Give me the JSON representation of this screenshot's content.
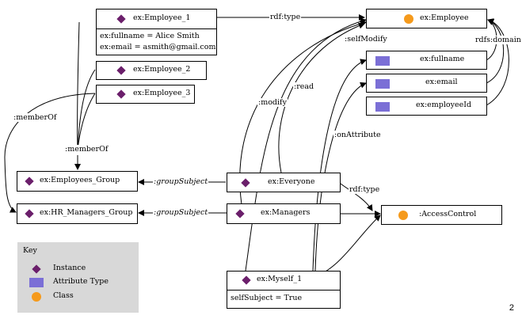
{
  "nodes": {
    "employee_1": {
      "label": "ex:Employee_1",
      "attrs": [
        "ex:fullname = Alice Smith",
        "ex:email = asmith@gmail.com"
      ]
    },
    "employee_2": {
      "label": "ex:Employee_2"
    },
    "employee_3": {
      "label": "ex:Employee_3"
    },
    "employee_class": {
      "label": "ex:Employee"
    },
    "fullname": {
      "label": "ex:fullname"
    },
    "email": {
      "label": "ex:email"
    },
    "employee_id": {
      "label": "ex:employeeId"
    },
    "employees_group": {
      "label": "ex:Employees_Group"
    },
    "hr_managers_group": {
      "label": "ex:HR_Managers_Group"
    },
    "everyone": {
      "label": "ex:Everyone"
    },
    "managers": {
      "label": "ex:Managers"
    },
    "access_control": {
      "label": ":AccessControl"
    },
    "myself_1": {
      "label": "ex:Myself_1",
      "attrs": [
        "selfSubject = True"
      ]
    }
  },
  "edge_labels": {
    "rdf_type_top": "rdf:type",
    "self_modify": ":selfModify",
    "rdfs_domain": "rdfs:domain",
    "read": ":read",
    "modify": ":modify",
    "member_of_left": ":memberOf",
    "member_of_center": ":memberOf",
    "on_attribute": ":onAttribute",
    "group_subject_1": ":groupSubject",
    "group_subject_2": ":groupSubject",
    "rdf_type_access": "rdf:type"
  },
  "key": {
    "title": "Key",
    "instance": "Instance",
    "attribute_type": "Attribute Type",
    "class": "Class"
  },
  "colors": {
    "instance": "#6b1f6b",
    "attribute_type": "#7b6fd6",
    "class": "#f59a1c",
    "key_background": "#d8d8d8"
  },
  "page_number": "2"
}
